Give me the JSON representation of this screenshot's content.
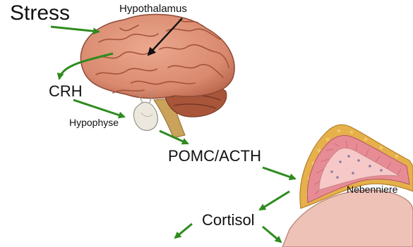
{
  "labels": {
    "stress": "Stress",
    "hypothalamus": "Hypothalamus",
    "crh": "CRH",
    "hypophyse": "Hypophyse",
    "pomc_acth": "POMC/ACTH",
    "nebenniere": "Nebenniere",
    "cortisol": "Cortisol"
  },
  "colors": {
    "arrow": "#2e8b1e",
    "pointer": "#111111",
    "brain": "#d98a6f",
    "brain_dark": "#b25e45",
    "cerebellum": "#a8553a",
    "pituitary": "#e8e4da",
    "brainstem": "#caa25a",
    "adrenal_fat": "#e6b04a",
    "adrenal_cortex": "#e78c95",
    "adrenal_medulla": "#f6c9c8"
  }
}
